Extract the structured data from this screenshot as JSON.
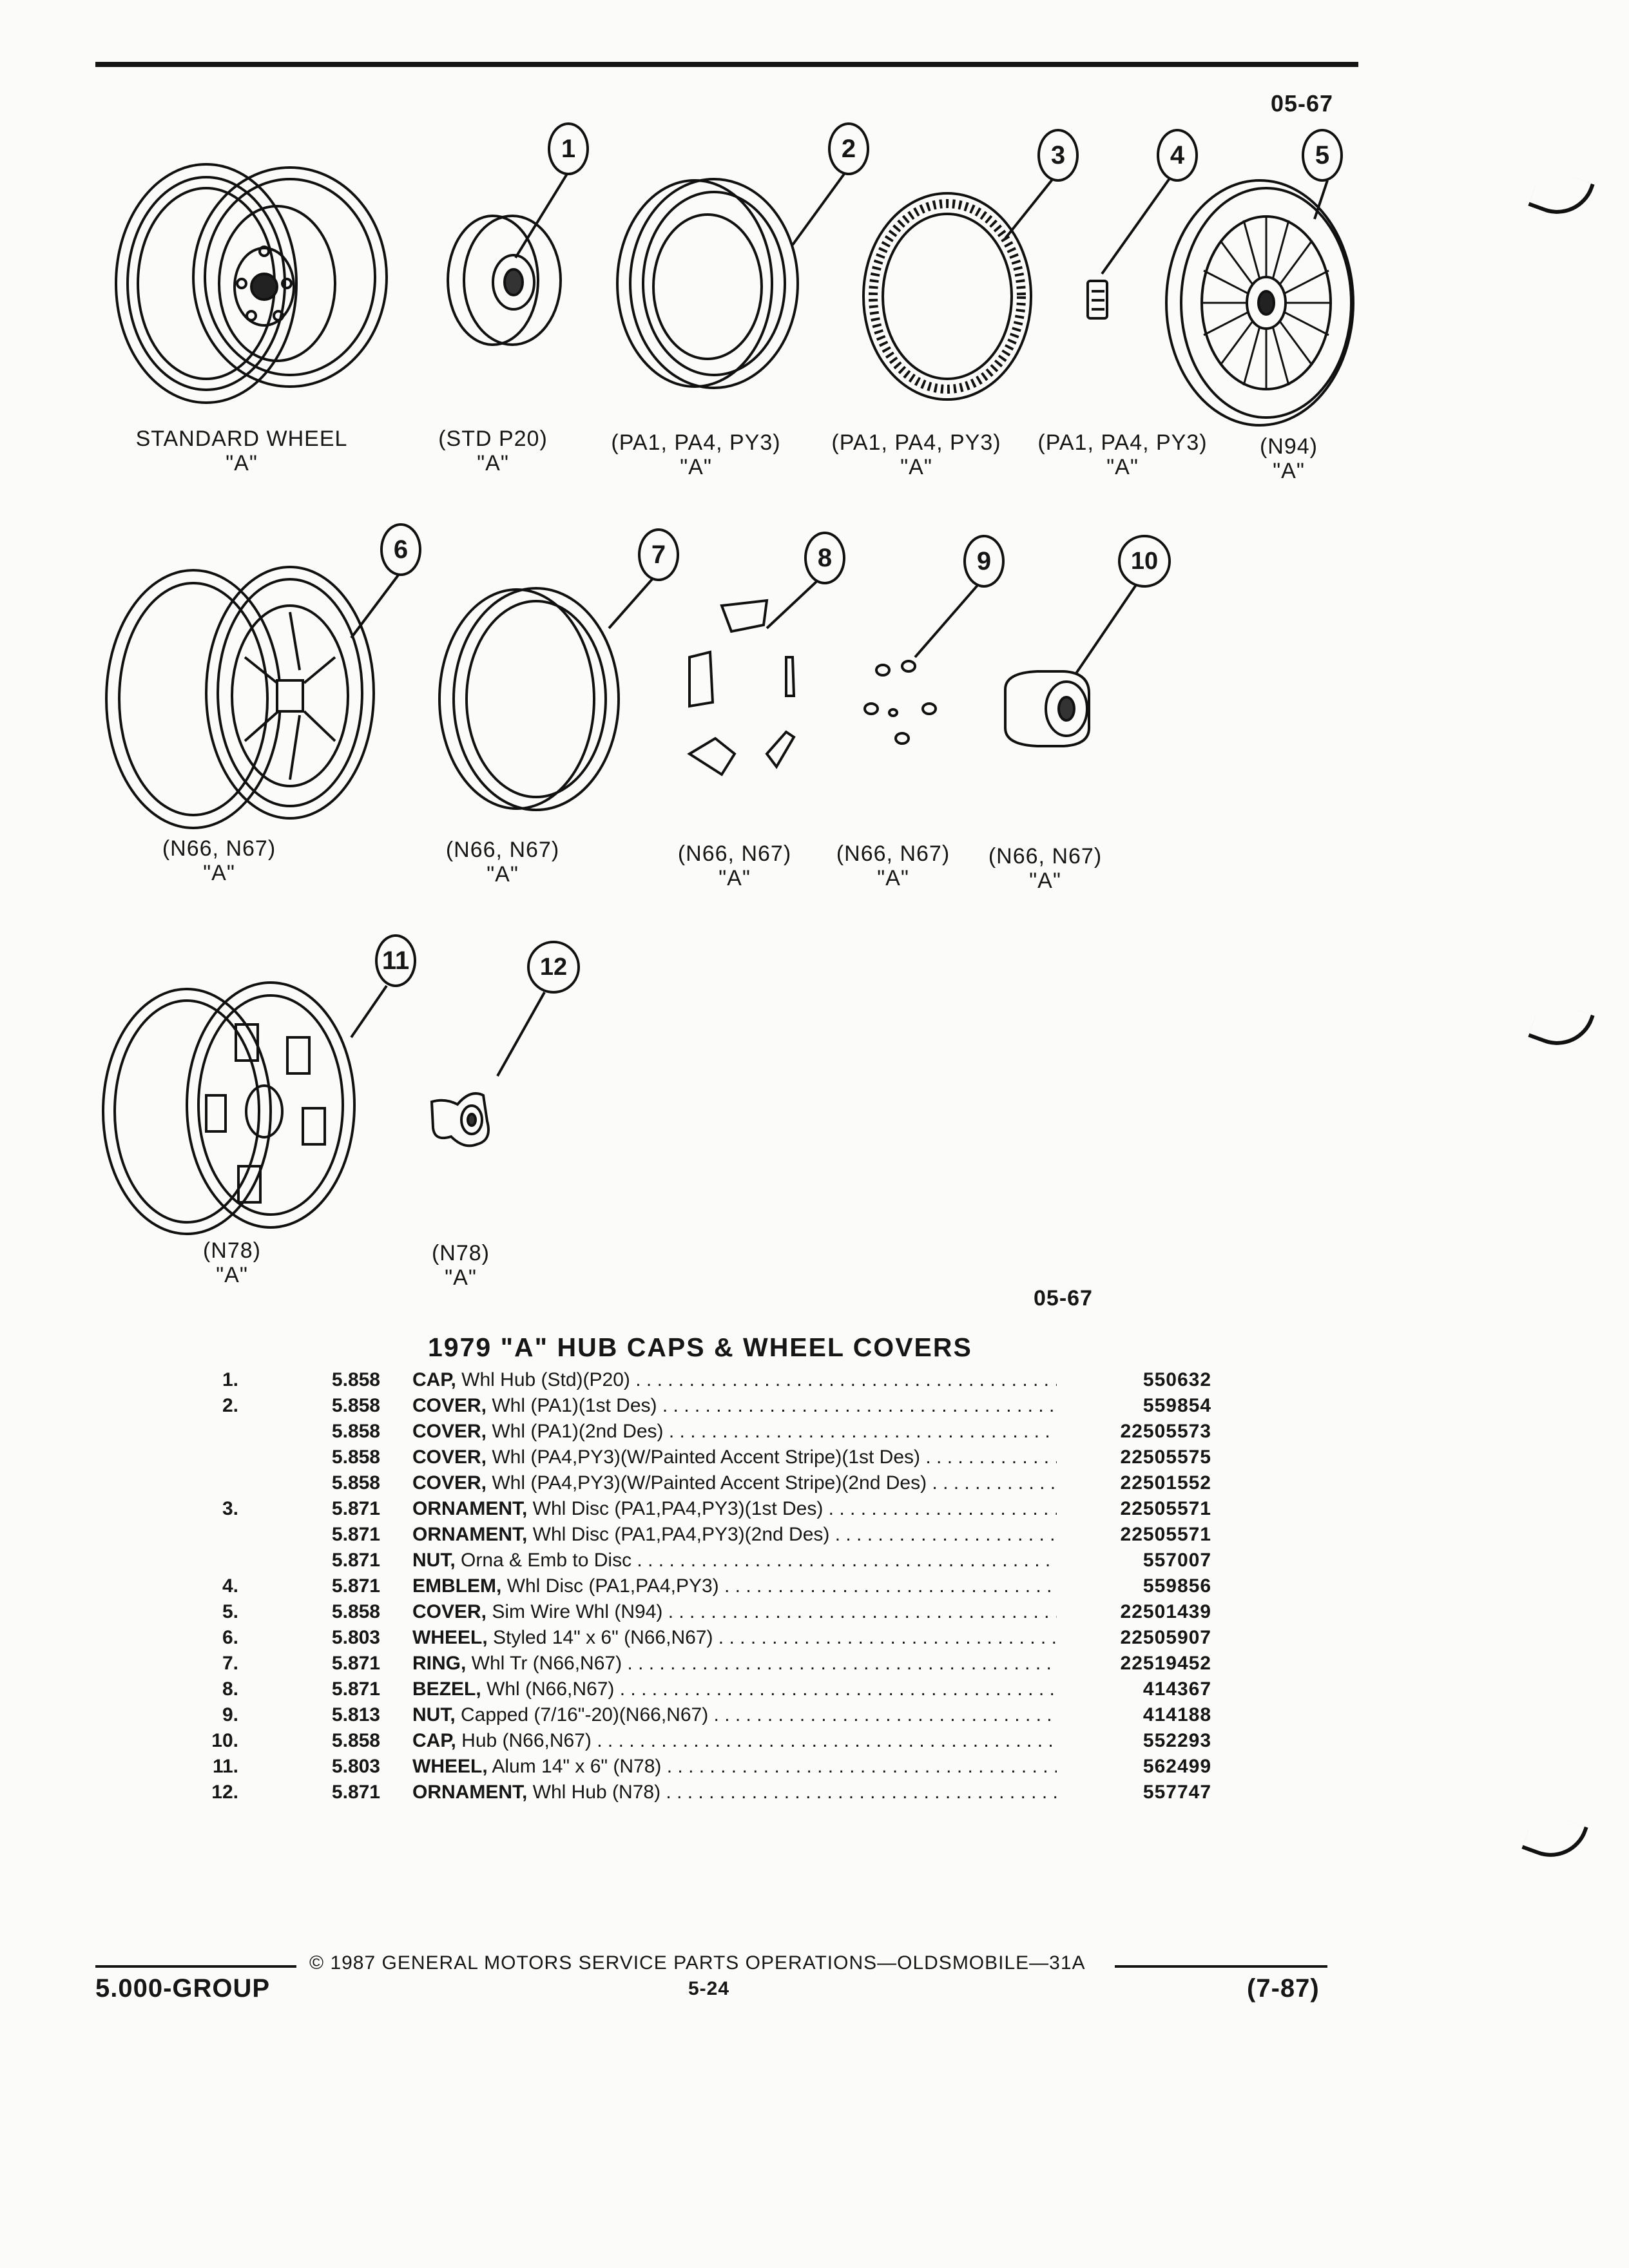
{
  "header": {
    "section_code": "05-67"
  },
  "illustrations": {
    "callouts": [
      "1",
      "2",
      "3",
      "4",
      "5",
      "6",
      "7",
      "8",
      "9",
      "10",
      "11",
      "12"
    ],
    "captions": [
      {
        "line1": "STANDARD WHEEL",
        "line2": "\"A\""
      },
      {
        "line1": "(STD P20)",
        "line2": "\"A\""
      },
      {
        "line1": "(PA1, PA4, PY3)",
        "line2": "\"A\""
      },
      {
        "line1": "(PA1, PA4, PY3)",
        "line2": "\"A\""
      },
      {
        "line1": "(PA1, PA4, PY3)",
        "line2": "\"A\""
      },
      {
        "line1": "(N94)",
        "line2": "\"A\""
      },
      {
        "line1": "(N66, N67)",
        "line2": "\"A\""
      },
      {
        "line1": "(N66, N67)",
        "line2": "\"A\""
      },
      {
        "line1": "(N66, N67)",
        "line2": "\"A\""
      },
      {
        "line1": "(N66, N67)",
        "line2": "\"A\""
      },
      {
        "line1": "(N66, N67)",
        "line2": "\"A\""
      },
      {
        "line1": "(N78)",
        "line2": "\"A\""
      },
      {
        "line1": "(N78)",
        "line2": "\"A\""
      }
    ],
    "lower_code": "05-67"
  },
  "parts_list": {
    "title": "1979 \"A\" HUB CAPS & WHEEL COVERS",
    "rows": [
      {
        "num": "1.",
        "group": "5.858",
        "name": "CAP,",
        "detail": " Whl Hub (Std)(P20)",
        "part": "550632"
      },
      {
        "num": "2.",
        "group": "5.858",
        "name": "COVER,",
        "detail": " Whl (PA1)(1st Des)",
        "part": "559854"
      },
      {
        "num": "",
        "group": "5.858",
        "name": "COVER,",
        "detail": " Whl (PA1)(2nd Des)",
        "part": "22505573"
      },
      {
        "num": "",
        "group": "5.858",
        "name": "COVER,",
        "detail": " Whl (PA4,PY3)(W/Painted Accent Stripe)(1st Des)",
        "part": "22505575"
      },
      {
        "num": "",
        "group": "5.858",
        "name": "COVER,",
        "detail": " Whl (PA4,PY3)(W/Painted Accent Stripe)(2nd Des)",
        "part": "22501552"
      },
      {
        "num": "3.",
        "group": "5.871",
        "name": "ORNAMENT,",
        "detail": " Whl Disc (PA1,PA4,PY3)(1st Des)",
        "part": "22505571"
      },
      {
        "num": "",
        "group": "5.871",
        "name": "ORNAMENT,",
        "detail": " Whl Disc (PA1,PA4,PY3)(2nd Des)",
        "part": "22505571"
      },
      {
        "num": "",
        "group": "5.871",
        "name": "NUT,",
        "detail": " Orna & Emb to Disc",
        "part": "557007"
      },
      {
        "num": "4.",
        "group": "5.871",
        "name": "EMBLEM,",
        "detail": " Whl Disc (PA1,PA4,PY3)",
        "part": "559856"
      },
      {
        "num": "5.",
        "group": "5.858",
        "name": "COVER,",
        "detail": " Sim Wire Whl (N94)",
        "part": "22501439"
      },
      {
        "num": "6.",
        "group": "5.803",
        "name": "WHEEL,",
        "detail": " Styled 14\" x 6\" (N66,N67)",
        "part": "22505907"
      },
      {
        "num": "7.",
        "group": "5.871",
        "name": "RING,",
        "detail": " Whl Tr (N66,N67)",
        "part": "22519452"
      },
      {
        "num": "8.",
        "group": "5.871",
        "name": "BEZEL,",
        "detail": " Whl (N66,N67)",
        "part": "414367"
      },
      {
        "num": "9.",
        "group": "5.813",
        "name": "NUT,",
        "detail": " Capped (7/16\"-20)(N66,N67)",
        "part": "414188"
      },
      {
        "num": "10.",
        "group": "5.858",
        "name": "CAP,",
        "detail": " Hub (N66,N67)",
        "part": "552293"
      },
      {
        "num": "11.",
        "group": "5.803",
        "name": "WHEEL,",
        "detail": " Alum 14\" x 6\" (N78)",
        "part": "562499"
      },
      {
        "num": "12.",
        "group": "5.871",
        "name": "ORNAMENT,",
        "detail": " Whl Hub (N78)",
        "part": "557747"
      }
    ]
  },
  "footer": {
    "copyright": "© 1987 GENERAL MOTORS SERVICE PARTS OPERATIONS—OLDSMOBILE—31A",
    "group": "5.000-GROUP",
    "page": "5-24",
    "date": "(7-87)"
  }
}
